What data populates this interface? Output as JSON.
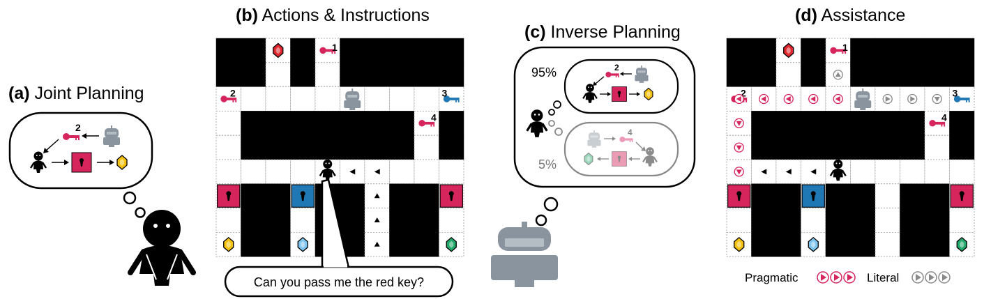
{
  "panels": {
    "a": {
      "label": "(a)",
      "title": "Joint Planning"
    },
    "b": {
      "label": "(b)",
      "title": "Actions & Instructions"
    },
    "c": {
      "label": "(c)",
      "title": "Inverse Planning"
    },
    "d": {
      "label": "(d)",
      "title": "Assistance"
    }
  },
  "a": {
    "key_number": "2"
  },
  "b": {
    "speech": "Can you pass me the red key?",
    "key_numbers": [
      "1",
      "2",
      "3",
      "4"
    ]
  },
  "c": {
    "goal_1_prob": "95%",
    "goal_1_key": "2",
    "goal_2_prob": "5%",
    "goal_2_key": "4"
  },
  "d": {
    "key_numbers": [
      "1",
      "2",
      "3",
      "4"
    ],
    "legend_pragmatic": "Pragmatic",
    "legend_literal": "Literal"
  },
  "colors": {
    "red_key": "#d6245c",
    "blue_key": "#1f77b4",
    "gem_red": "#e0282e",
    "gem_yellow": "#f4c20d",
    "gem_blue": "#7ec4ee",
    "gem_green": "#21a86b",
    "robot": "#8a949e",
    "pragmatic": "#d6245c",
    "literal": "#8a8a8a"
  }
}
